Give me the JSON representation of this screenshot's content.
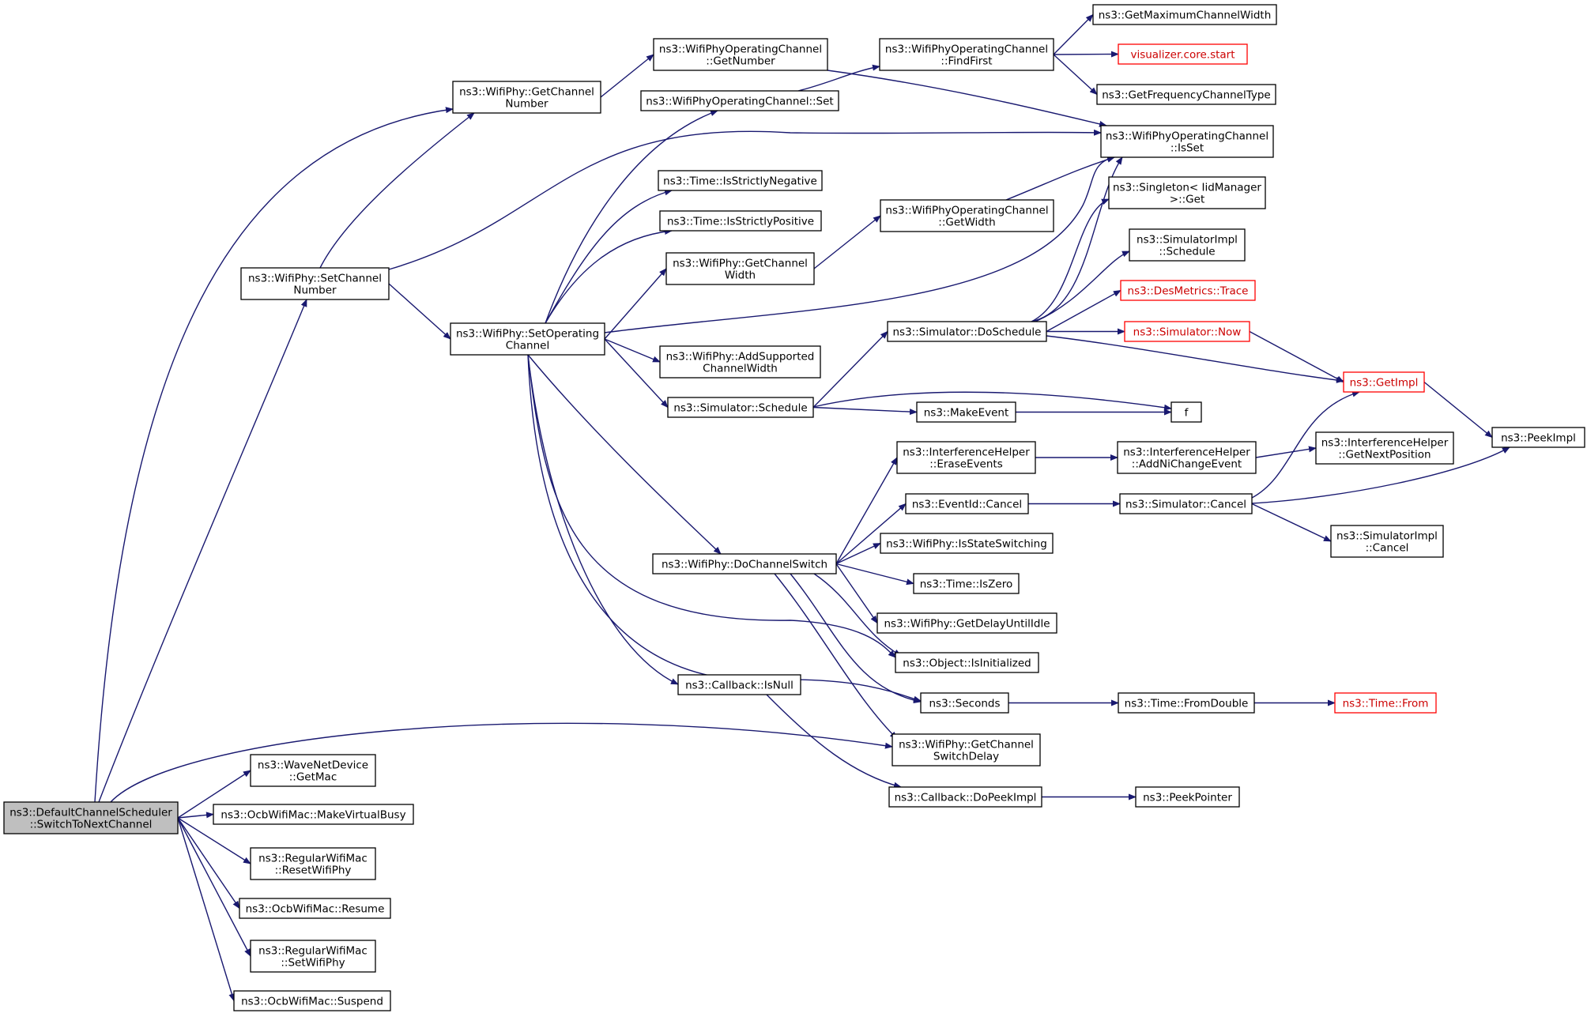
{
  "colors": {
    "edge": "#191970",
    "node_border": "#000000",
    "external_border": "#ff0000",
    "root_fill": "#bfbfbf"
  },
  "nodes": [
    {
      "id": "root",
      "lines": [
        "ns3::DefaultChannelScheduler",
        "::SwitchToNextChannel"
      ],
      "kind": "root"
    },
    {
      "id": "getchnum",
      "lines": [
        "ns3::WifiPhy::GetChannel",
        "Number"
      ]
    },
    {
      "id": "setchnum",
      "lines": [
        "ns3::WifiPhy::SetChannel",
        "Number"
      ]
    },
    {
      "id": "setop",
      "lines": [
        "ns3::WifiPhy::SetOperating",
        "Channel"
      ]
    },
    {
      "id": "getnumber",
      "lines": [
        "ns3::WifiPhyOperatingChannel",
        "::GetNumber"
      ]
    },
    {
      "id": "opset",
      "lines": [
        "ns3::WifiPhyOperatingChannel::Set"
      ]
    },
    {
      "id": "strneg",
      "lines": [
        "ns3::Time::IsStrictlyNegative"
      ]
    },
    {
      "id": "strpos",
      "lines": [
        "ns3::Time::IsStrictlyPositive"
      ]
    },
    {
      "id": "getchwidth",
      "lines": [
        "ns3::WifiPhy::GetChannel",
        "Width"
      ]
    },
    {
      "id": "addsup",
      "lines": [
        "ns3::WifiPhy::AddSupported",
        "ChannelWidth"
      ]
    },
    {
      "id": "simsched",
      "lines": [
        "ns3::Simulator::Schedule"
      ]
    },
    {
      "id": "dochsw",
      "lines": [
        "ns3::WifiPhy::DoChannelSwitch"
      ]
    },
    {
      "id": "cbnull",
      "lines": [
        "ns3::Callback::IsNull"
      ]
    },
    {
      "id": "findfirst",
      "lines": [
        "ns3::WifiPhyOperatingChannel",
        "::FindFirst"
      ]
    },
    {
      "id": "maxcw",
      "lines": [
        "ns3::GetMaximumChannelWidth"
      ]
    },
    {
      "id": "vizstart",
      "lines": [
        "visualizer.core.start"
      ],
      "kind": "external"
    },
    {
      "id": "freqtype",
      "lines": [
        "ns3::GetFrequencyChannelType"
      ]
    },
    {
      "id": "isset",
      "lines": [
        "ns3::WifiPhyOperatingChannel",
        "::IsSet"
      ]
    },
    {
      "id": "getwidth",
      "lines": [
        "ns3::WifiPhyOperatingChannel",
        "::GetWidth"
      ]
    },
    {
      "id": "singleton",
      "lines": [
        "ns3::Singleton< IidManager",
        ">::Get"
      ]
    },
    {
      "id": "implsched",
      "lines": [
        "ns3::SimulatorImpl",
        "::Schedule"
      ]
    },
    {
      "id": "desmetrics",
      "lines": [
        "ns3::DesMetrics::Trace"
      ],
      "kind": "external"
    },
    {
      "id": "doschedule",
      "lines": [
        "ns3::Simulator::DoSchedule"
      ]
    },
    {
      "id": "simnow",
      "lines": [
        "ns3::Simulator::Now"
      ],
      "kind": "external"
    },
    {
      "id": "getimpl",
      "lines": [
        "ns3::GetImpl"
      ],
      "kind": "external"
    },
    {
      "id": "peekimpl",
      "lines": [
        "ns3::PeekImpl"
      ]
    },
    {
      "id": "f",
      "lines": [
        "f"
      ]
    },
    {
      "id": "makeevent",
      "lines": [
        "ns3::MakeEvent"
      ]
    },
    {
      "id": "erase",
      "lines": [
        "ns3::InterferenceHelper",
        "::EraseEvents"
      ]
    },
    {
      "id": "addni",
      "lines": [
        "ns3::InterferenceHelper",
        "::AddNiChangeEvent"
      ]
    },
    {
      "id": "nextpos",
      "lines": [
        "ns3::InterferenceHelper",
        "::GetNextPosition"
      ]
    },
    {
      "id": "evcancel",
      "lines": [
        "ns3::EventId::Cancel"
      ]
    },
    {
      "id": "simcancel",
      "lines": [
        "ns3::Simulator::Cancel"
      ]
    },
    {
      "id": "implcancel",
      "lines": [
        "ns3::SimulatorImpl",
        "::Cancel"
      ]
    },
    {
      "id": "stsw",
      "lines": [
        "ns3::WifiPhy::IsStateSwitching"
      ]
    },
    {
      "id": "iszero",
      "lines": [
        "ns3::Time::IsZero"
      ]
    },
    {
      "id": "delayidle",
      "lines": [
        "ns3::WifiPhy::GetDelayUntilIdle"
      ]
    },
    {
      "id": "objinit",
      "lines": [
        "ns3::Object::IsInitialized"
      ]
    },
    {
      "id": "seconds",
      "lines": [
        "ns3::Seconds"
      ]
    },
    {
      "id": "fromdouble",
      "lines": [
        "ns3::Time::FromDouble"
      ]
    },
    {
      "id": "timefrom",
      "lines": [
        "ns3::Time::From"
      ],
      "kind": "external"
    },
    {
      "id": "swdelay",
      "lines": [
        "ns3::WifiPhy::GetChannel",
        "SwitchDelay"
      ]
    },
    {
      "id": "dopeek",
      "lines": [
        "ns3::Callback::DoPeekImpl"
      ]
    },
    {
      "id": "peekptr",
      "lines": [
        "ns3::PeekPointer"
      ]
    },
    {
      "id": "getmac",
      "lines": [
        "ns3::WaveNetDevice",
        "::GetMac"
      ]
    },
    {
      "id": "mkbusy",
      "lines": [
        "ns3::OcbWifiMac::MakeVirtualBusy"
      ]
    },
    {
      "id": "resetphy",
      "lines": [
        "ns3::RegularWifiMac",
        "::ResetWifiPhy"
      ]
    },
    {
      "id": "resume",
      "lines": [
        "ns3::OcbWifiMac::Resume"
      ]
    },
    {
      "id": "setphy",
      "lines": [
        "ns3::RegularWifiMac",
        "::SetWifiPhy"
      ]
    },
    {
      "id": "suspend",
      "lines": [
        "ns3::OcbWifiMac::Suspend"
      ]
    }
  ],
  "edges": [
    [
      "root",
      "getchnum"
    ],
    [
      "root",
      "setchnum"
    ],
    [
      "root",
      "swdelay"
    ],
    [
      "root",
      "getmac"
    ],
    [
      "root",
      "mkbusy"
    ],
    [
      "root",
      "resetphy"
    ],
    [
      "root",
      "resume"
    ],
    [
      "root",
      "setphy"
    ],
    [
      "root",
      "suspend"
    ],
    [
      "setchnum",
      "getchnum"
    ],
    [
      "setchnum",
      "isset"
    ],
    [
      "setchnum",
      "setop"
    ],
    [
      "getchnum",
      "getnumber"
    ],
    [
      "getnumber",
      "isset"
    ],
    [
      "setop",
      "opset"
    ],
    [
      "setop",
      "strneg"
    ],
    [
      "setop",
      "strpos"
    ],
    [
      "setop",
      "getchwidth"
    ],
    [
      "setop",
      "isset"
    ],
    [
      "setop",
      "addsup"
    ],
    [
      "setop",
      "simsched"
    ],
    [
      "setop",
      "dochsw"
    ],
    [
      "setop",
      "cbnull"
    ],
    [
      "setop",
      "objinit"
    ],
    [
      "setop",
      "seconds"
    ],
    [
      "opset",
      "findfirst"
    ],
    [
      "findfirst",
      "maxcw"
    ],
    [
      "findfirst",
      "vizstart"
    ],
    [
      "findfirst",
      "freqtype"
    ],
    [
      "getchwidth",
      "getwidth"
    ],
    [
      "getwidth",
      "isset"
    ],
    [
      "simsched",
      "doschedule"
    ],
    [
      "simsched",
      "makeevent"
    ],
    [
      "simsched",
      "f"
    ],
    [
      "makeevent",
      "f"
    ],
    [
      "doschedule",
      "isset"
    ],
    [
      "doschedule",
      "singleton"
    ],
    [
      "doschedule",
      "implsched"
    ],
    [
      "doschedule",
      "desmetrics"
    ],
    [
      "doschedule",
      "simnow"
    ],
    [
      "doschedule",
      "getimpl"
    ],
    [
      "simnow",
      "getimpl"
    ],
    [
      "getimpl",
      "peekimpl"
    ],
    [
      "dochsw",
      "erase"
    ],
    [
      "dochsw",
      "evcancel"
    ],
    [
      "dochsw",
      "stsw"
    ],
    [
      "dochsw",
      "iszero"
    ],
    [
      "dochsw",
      "delayidle"
    ],
    [
      "dochsw",
      "objinit"
    ],
    [
      "dochsw",
      "seconds"
    ],
    [
      "dochsw",
      "swdelay"
    ],
    [
      "erase",
      "addni"
    ],
    [
      "addni",
      "nextpos"
    ],
    [
      "evcancel",
      "simcancel"
    ],
    [
      "simcancel",
      "getimpl"
    ],
    [
      "simcancel",
      "peekimpl"
    ],
    [
      "simcancel",
      "implcancel"
    ],
    [
      "seconds",
      "fromdouble"
    ],
    [
      "fromdouble",
      "timefrom"
    ],
    [
      "cbnull",
      "dopeek"
    ],
    [
      "dopeek",
      "peekptr"
    ]
  ]
}
